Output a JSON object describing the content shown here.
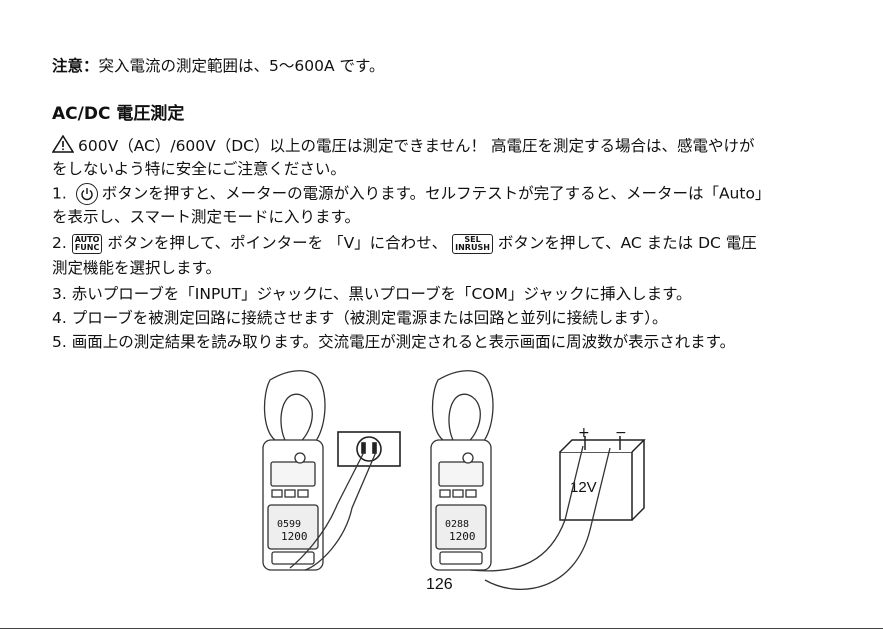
{
  "note": {
    "label": "注意：",
    "text": "突入電流の測定範囲は、5～600A です。"
  },
  "section_title": "AC/DC 電圧測定",
  "warning": {
    "line1": "600V（AC）/600V（DC）以上の電圧は測定できません！ 高電圧を測定する場合は、感電やけが",
    "line2": "をしないよう特に安全にご注意ください。"
  },
  "steps": {
    "s1_num": "1.",
    "s1_a": "ボタンを押すと、メーターの電源が入ります。セルフテストが完了すると、メーターは「Auto」",
    "s1_b": "を表示し、スマート測定モードに入ります。",
    "s2_num": "2.",
    "s2_a": "ボタンを押して、ポインターを 「V」に合わせ、",
    "s2_b": "ボタンを押して、AC または DC 電圧",
    "s2_c": "測定機能を選択します。",
    "s3": "3.  赤いプローブを「INPUT」ジャックに、黒いプローブを「COM」ジャックに挿入します。",
    "s4": "4.  プローブを被測定回路に接続させます（被測定電源または回路と並列に接続します）。",
    "s5": "5.  画面上の測定結果を読み取ります。交流電圧が測定されると表示画面に周波数が表示されます。"
  },
  "keys": {
    "auto_top": "AUTO",
    "auto_bottom": "FUNC",
    "sel_top": "SEL",
    "sel_bottom": "INRUSH"
  },
  "figure": {
    "left_meter_reading": "0599",
    "left_meter_range": "1200",
    "right_meter_reading": "0288",
    "right_meter_range": "1200",
    "battery_label": "12V",
    "plus": "+",
    "minus": "−"
  },
  "page_number": "126"
}
